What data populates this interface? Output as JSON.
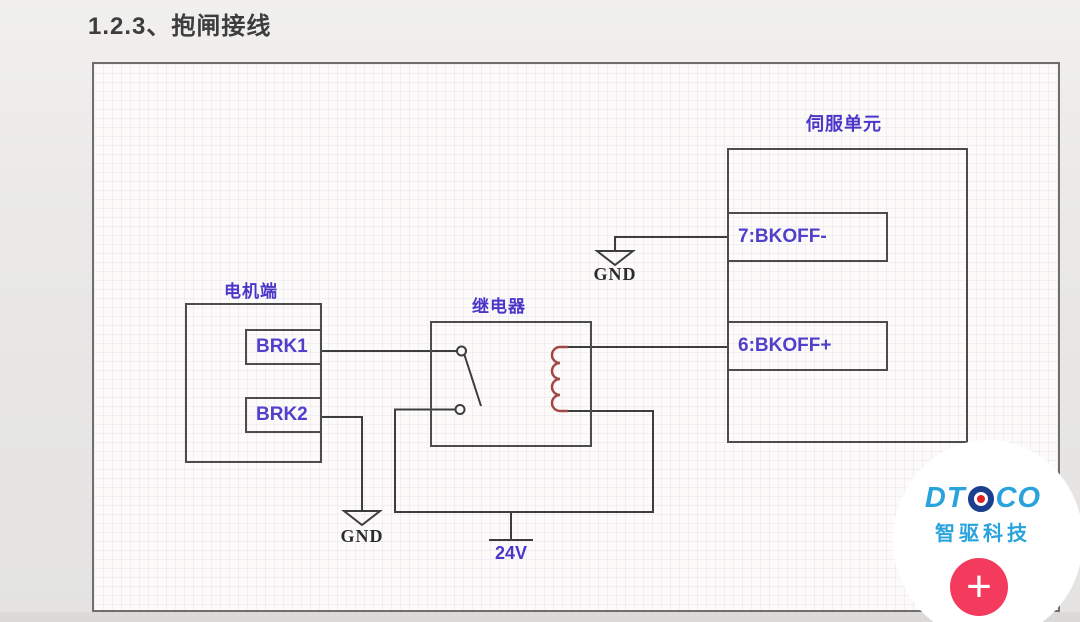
{
  "header": {
    "title": "1.2.3、抱闸接线"
  },
  "diagram": {
    "motor": {
      "label": "电机端",
      "terminal1": "BRK1",
      "terminal2": "BRK2"
    },
    "relay": {
      "label": "继电器"
    },
    "servo": {
      "label": "伺服单元",
      "pin_minus": "7:BKOFF-",
      "pin_plus": "6:BKOFF+"
    },
    "ground_top": {
      "label": "GND"
    },
    "ground_left": {
      "label": "GND"
    },
    "supply": {
      "label": "24V"
    },
    "colors": {
      "label_blue": "#4a36c8",
      "wire": "#3d3d3d",
      "coil_red": "#a34848",
      "box_border": "#4c4c4c"
    }
  },
  "watermark": {
    "brand_left": "DT",
    "brand_right": "CO",
    "brand_cn": "智驱科技",
    "plus_icon": "+",
    "brand_color": "#2aa3dd",
    "button_color": "#f43b5e"
  }
}
